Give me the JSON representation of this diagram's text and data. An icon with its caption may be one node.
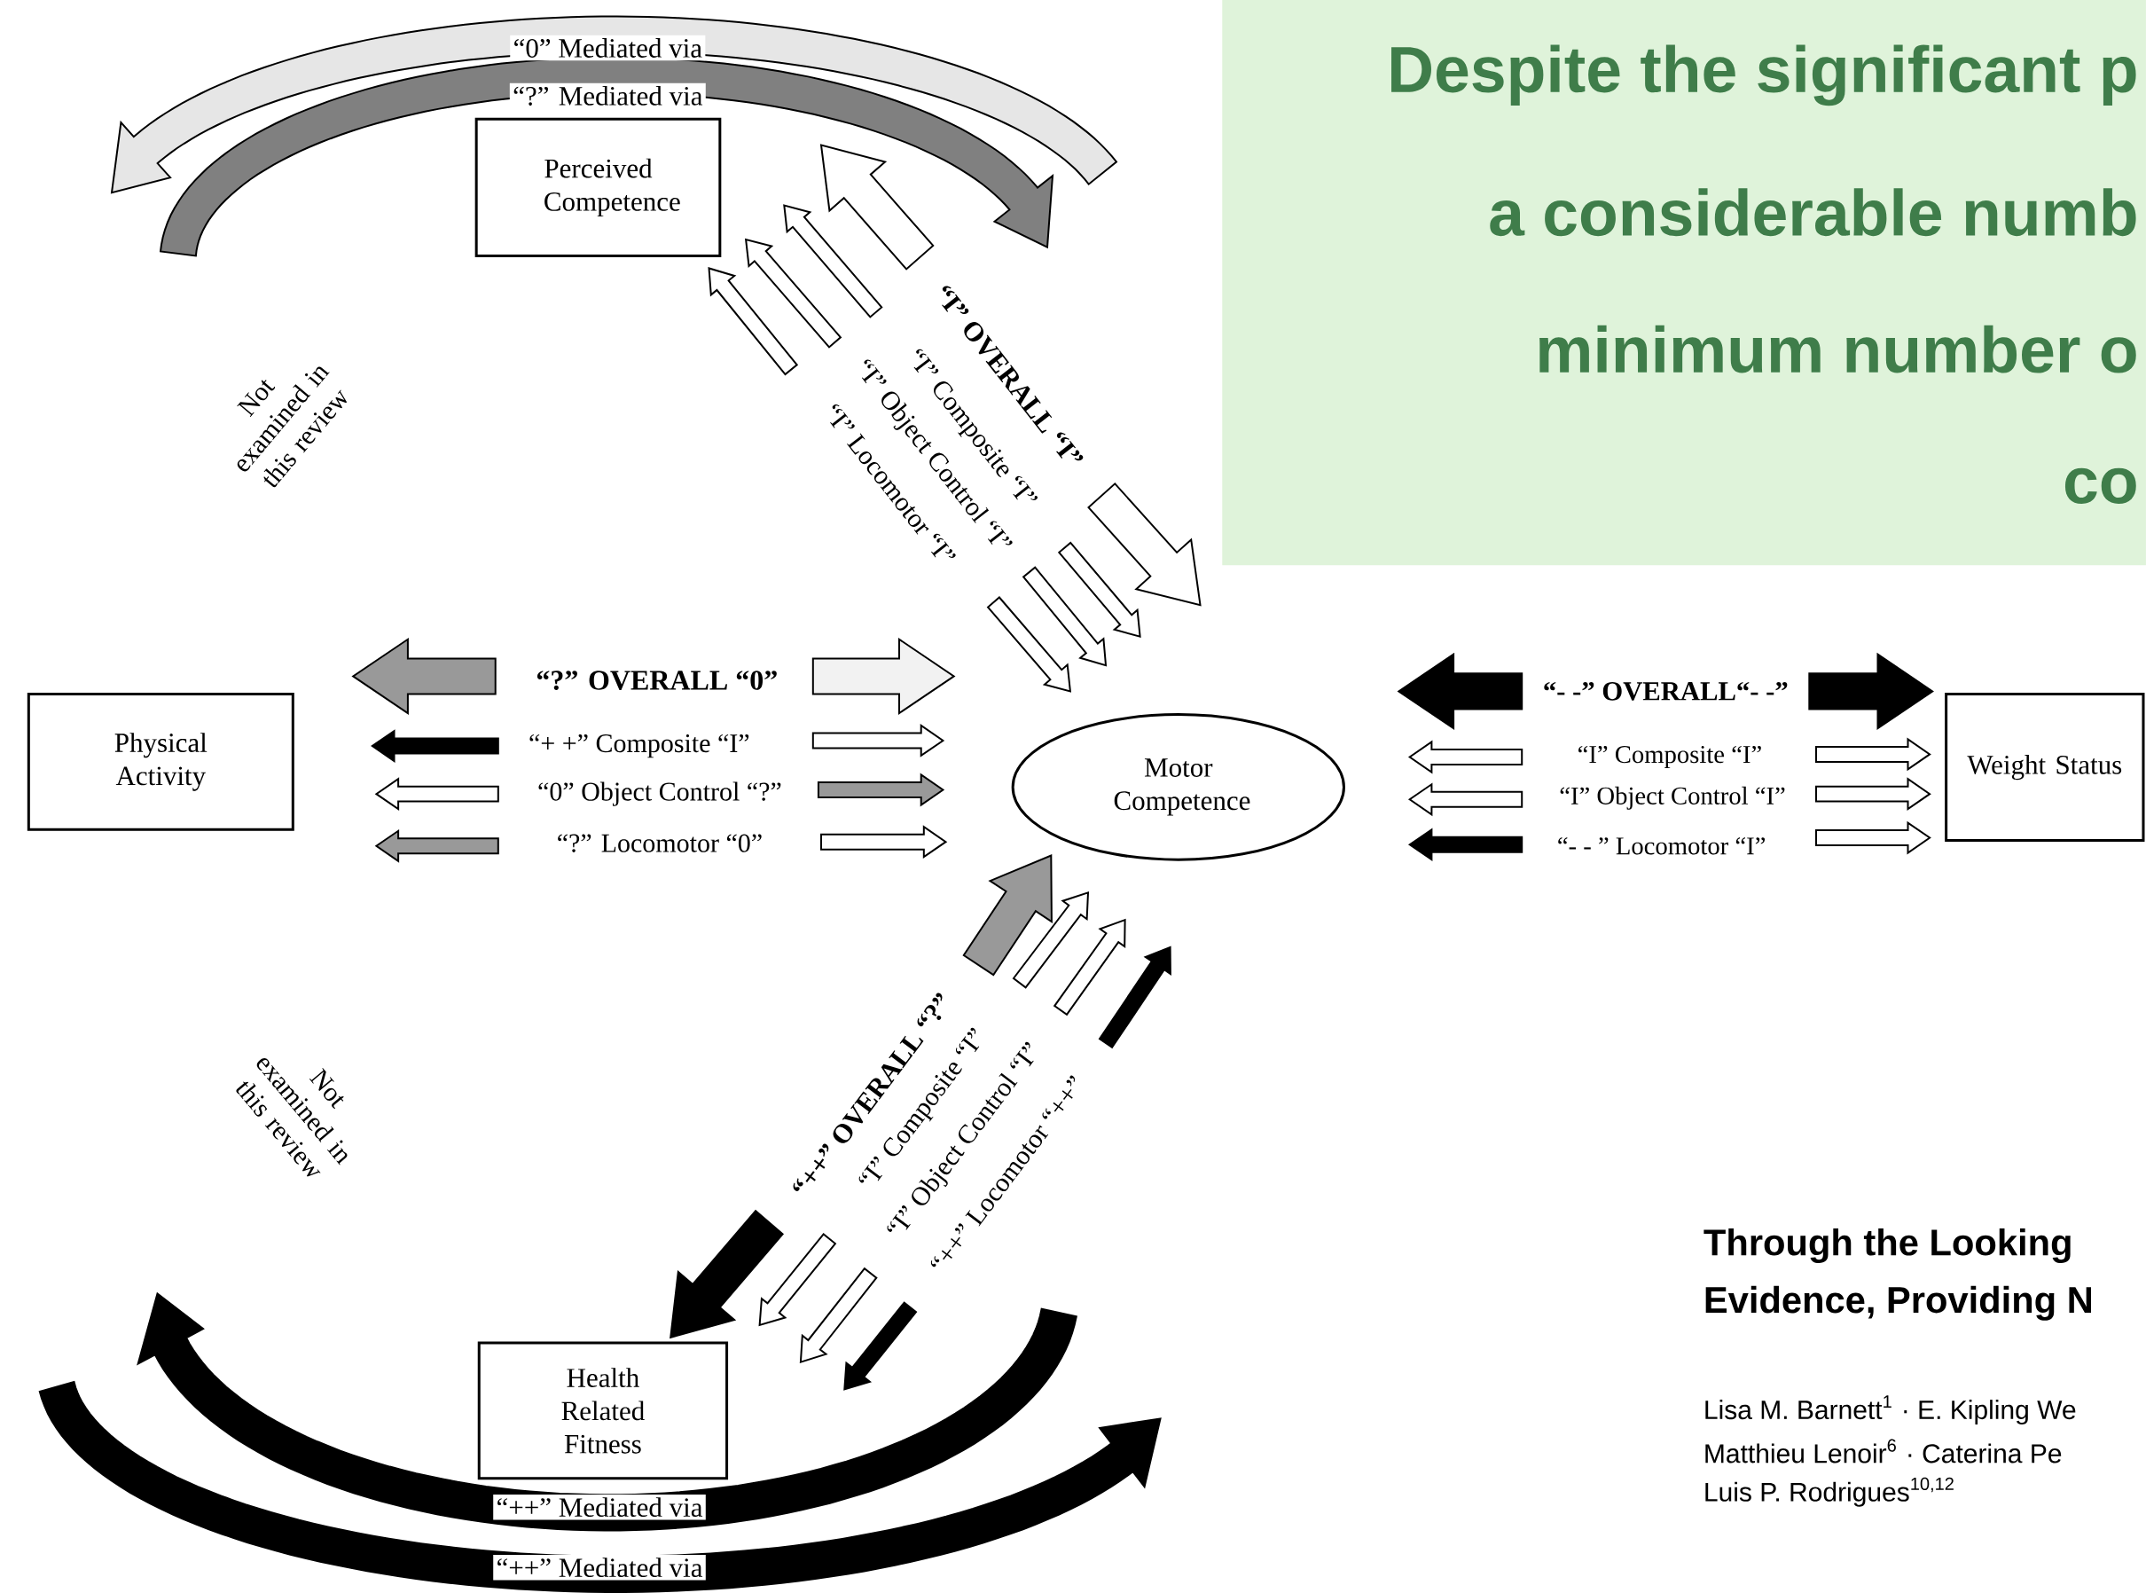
{
  "diagram": {
    "nodes": [
      {
        "text": [
          "Perceived Competence"
        ]
      },
      {
        "text": [
          "Physical Activity"
        ]
      },
      {
        "text": [
          "Motor Competence"
        ]
      },
      {
        "text": [
          "Weight Status"
        ]
      },
      {
        "text": [
          "Health Related Fitness"
        ]
      },
      {
        "text": [
          "Despite the significant p",
          "a considerable numb",
          "minimum number o",
          "co"
        ]
      }
    ],
    "labels": [
      "“0” Mediated via",
      "“?” Mediated via",
      "Not examined in this review",
      "“I” OVERALL “I”",
      "“I” Composite “I”",
      "“I” Object Control “I”",
      "“I” Locomotor “I”",
      "“?” OVERALL “0”",
      "“- -” OVERALL“- -”",
      "“+ +” Composite “I”",
      "“I” Composite “I”",
      "“0” Object Control “?”",
      "“I” Object Control “I”",
      "“?” Locomotor “0”",
      "“- - ” Locomotor “I”",
      "Not examined in this review",
      "“++” OVERALL “?”",
      "“I” Composite “I”",
      "“I” Object Control “I”",
      "“++” Locomotor “++”",
      "Through the Looking",
      "Evidence, Providing N",
      "Lisa M. Barnett$^{1}$ · E. Kipling We",
      "Matthieu Lenoir$^{6}$ · Caterina Pe",
      "Luis P. Rodrigues$^{10,12}$",
      "“++” Mediated via",
      "“++” Mediated via"
    ]
  }
}
